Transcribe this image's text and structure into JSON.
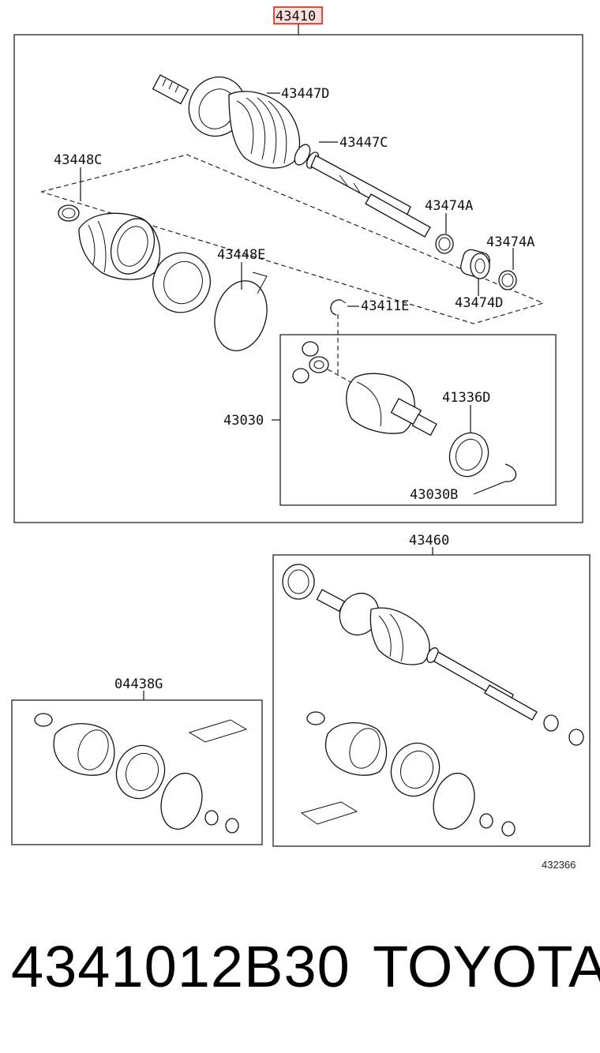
{
  "labels": {
    "main_assembly": "43410",
    "boot_outer": "43447D",
    "clamp_outer": "43447C",
    "clamp_inner": "43448C",
    "ring_a1": "43474A",
    "ring_a2": "43474A",
    "bushing": "43474D",
    "band": "43448E",
    "snap_ring": "43411E",
    "inner_joint_group": "43030",
    "oil_seal": "41336D",
    "clip": "43030B",
    "outer_joint_kit": "43460",
    "boot_kit": "04438G"
  },
  "catalog_number": "432366",
  "footer": {
    "part_number": "4341012B30",
    "brand": "TOYOTA"
  },
  "colors": {
    "highlight_border": "#e0201a",
    "highlight_fill": "#fde0dc",
    "line": "#111111"
  }
}
